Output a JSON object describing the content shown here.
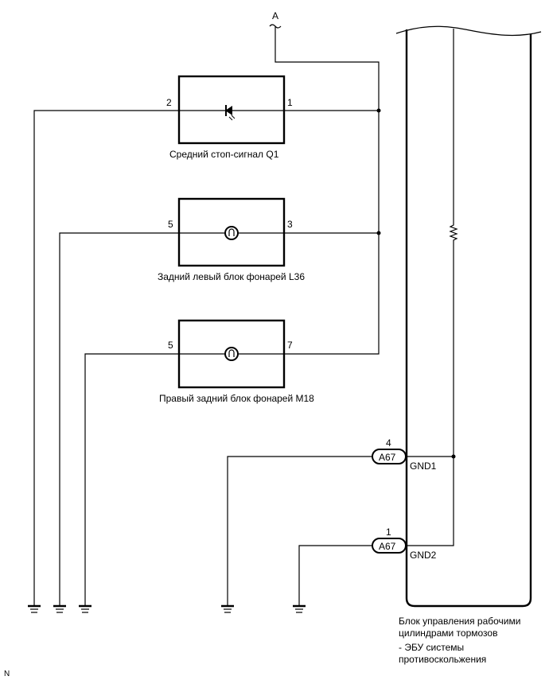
{
  "signal_label": "A",
  "components": [
    {
      "name": "Средний стоп-сигнал Q1",
      "pin_left": "2",
      "pin_right": "1",
      "symbol": "led-icon"
    },
    {
      "name": "Задний левый блок фонарей L36",
      "pin_left": "5",
      "pin_right": "3",
      "symbol": "lamp-icon"
    },
    {
      "name": "Правый задний блок фонарей M18",
      "pin_left": "5",
      "pin_right": "7",
      "symbol": "lamp-icon"
    }
  ],
  "ecu": {
    "connectors": [
      {
        "connector": "A67",
        "pin": "4",
        "terminal": "GND1"
      },
      {
        "connector": "A67",
        "pin": "1",
        "terminal": "GND2"
      }
    ],
    "caption_line1": "Блок управления рабочими",
    "caption_line2": "цилиндрами тормозов",
    "caption_line3": "- ЭБУ системы",
    "caption_line4": "противоскольжения"
  },
  "corner_label": "N"
}
